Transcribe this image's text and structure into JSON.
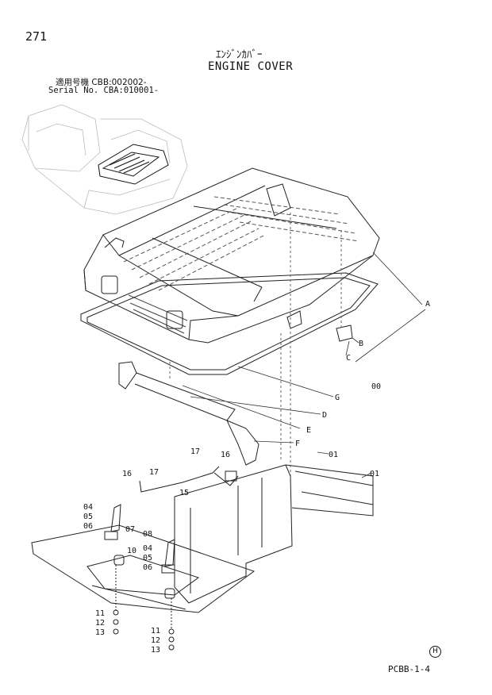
{
  "page_number": "271",
  "title_jp": "ｴﾝｼﾞﾝｶﾊﾞｰ",
  "title_en": "ENGINE COVER",
  "serial": {
    "jp_label": "適用号機",
    "jp_value": "CBB:002002-",
    "en_label": "Serial No.",
    "en_value": "CBA:010001-"
  },
  "callouts": [
    {
      "id": "A",
      "label": "A"
    },
    {
      "id": "B",
      "label": "B"
    },
    {
      "id": "C",
      "label": "C"
    },
    {
      "id": "00",
      "label": "00"
    },
    {
      "id": "G",
      "label": "G"
    },
    {
      "id": "D",
      "label": "D"
    },
    {
      "id": "E",
      "label": "E"
    },
    {
      "id": "F",
      "label": "F"
    },
    {
      "id": "01a",
      "label": "01"
    },
    {
      "id": "01b",
      "label": "01"
    },
    {
      "id": "17a",
      "label": "17"
    },
    {
      "id": "16a",
      "label": "16"
    },
    {
      "id": "16b",
      "label": "16"
    },
    {
      "id": "17b",
      "label": "17"
    },
    {
      "id": "15",
      "label": "15"
    },
    {
      "id": "04a",
      "label": "04"
    },
    {
      "id": "05a",
      "label": "05"
    },
    {
      "id": "06a",
      "label": "06"
    },
    {
      "id": "07",
      "label": "07"
    },
    {
      "id": "08",
      "label": "08"
    },
    {
      "id": "10",
      "label": "10"
    },
    {
      "id": "04b",
      "label": "04"
    },
    {
      "id": "05b",
      "label": "05"
    },
    {
      "id": "06b",
      "label": "06"
    },
    {
      "id": "11a",
      "label": "11"
    },
    {
      "id": "12a",
      "label": "12"
    },
    {
      "id": "13a",
      "label": "13"
    },
    {
      "id": "11b",
      "label": "11"
    },
    {
      "id": "12b",
      "label": "12"
    },
    {
      "id": "13b",
      "label": "13"
    }
  ],
  "brand_mark": "H",
  "page_code": "PCBB-1-4"
}
